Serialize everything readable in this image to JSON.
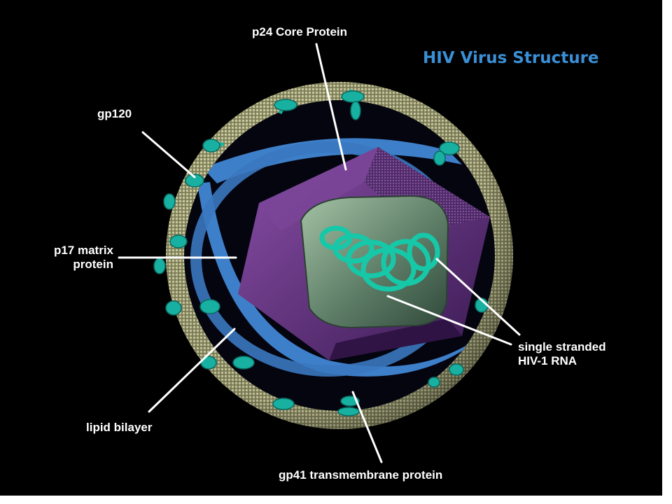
{
  "title": "HIV Virus Structure",
  "colors": {
    "title": "#3a8fd6",
    "background": "#000000",
    "lipid": "#b8b890",
    "matrix": "#3d7fc8",
    "capsid": "#6a3a8a",
    "rna": "#16c8a8",
    "spike": "#18b0a0"
  },
  "labels": {
    "p24": "p24 Core Protein",
    "gp120": "gp120",
    "p17_line1": "p17 matrix",
    "p17_line2": "protein",
    "rna_line1": "single stranded",
    "rna_line2": "HIV-1 RNA",
    "lipid": "lipid bilayer",
    "gp41": "gp41 transmembrane protein"
  }
}
